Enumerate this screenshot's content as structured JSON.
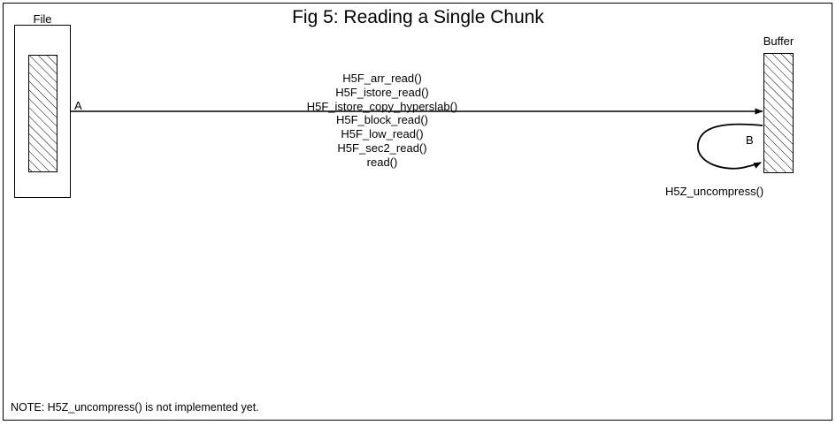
{
  "figure": {
    "title": "Fig 5:  Reading a Single Chunk",
    "note": "NOTE: H5Z_uncompress() is not implemented yet."
  },
  "source": {
    "label": "File"
  },
  "destination": {
    "label": "Buffer"
  },
  "edges": {
    "transfer": {
      "marker": "A",
      "call_stack": [
        "H5F_arr_read()",
        "H5F_istore_read()",
        "H5F_istore_copy_hyperslab()",
        "H5F_block_read()",
        "H5F_low_read()",
        "H5F_sec2_read()",
        "read()"
      ]
    },
    "self_loop": {
      "marker": "B",
      "label": "H5Z_uncompress()"
    }
  },
  "colors": {
    "stroke": "#000000",
    "background": "#ffffff"
  }
}
